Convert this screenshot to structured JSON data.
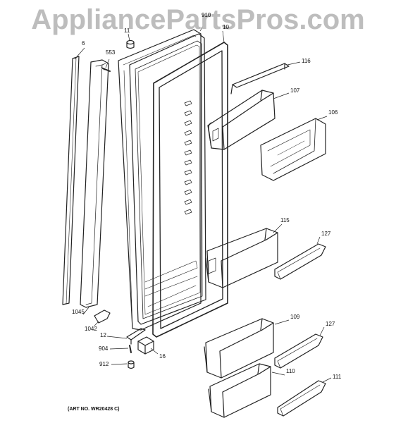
{
  "watermark": "AppliancePartsPros.com",
  "callouts": {
    "c6": "6",
    "c11": "11",
    "c553": "553",
    "c910": "910",
    "c10": "10",
    "c116": "116",
    "c107": "107",
    "c106": "106",
    "c115": "115",
    "c127a": "127",
    "c1045": "1045",
    "c1042": "1042",
    "c12": "12",
    "c904": "904",
    "c16": "16",
    "c912": "912",
    "c109": "109",
    "c127b": "127",
    "c110": "110",
    "c111": "111"
  },
  "art_number": "(ART NO. WR20428 C)"
}
